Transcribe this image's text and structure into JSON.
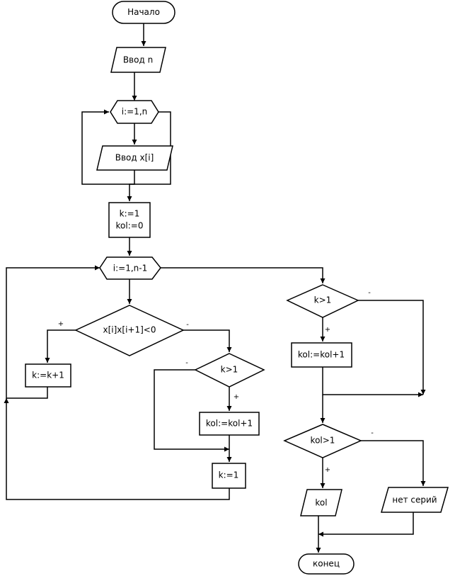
{
  "nodes": {
    "start": "Начало",
    "input_n": "Ввод n",
    "loop1": "i:=1,n",
    "input_x": "Ввод x[i]",
    "init_k": "k:=1",
    "init_kol": "kol:=0",
    "loop2": "i:=1,n-1",
    "cond_prod": "x[i]x[i+1]<0",
    "inc_k": "k:=k+1",
    "cond_k_inner": "k>1",
    "inc_kol_inner": "kol:=kol+1",
    "reset_k": "k:=1",
    "cond_k_outer": "k>1",
    "inc_kol_outer": "kol:=kol+1",
    "cond_kol": "kol>1",
    "out_kol": "kol",
    "out_none": "нет серий",
    "end": "конец"
  },
  "signs": {
    "prod_yes": "+",
    "prod_no": "-",
    "k_inner_no": "-",
    "k_inner_yes": "+",
    "k_outer_no": "-",
    "k_outer_yes": "+",
    "kol_no": "-",
    "kol_yes": "+"
  }
}
